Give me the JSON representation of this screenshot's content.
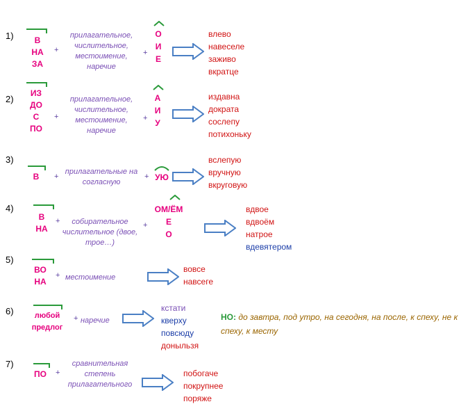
{
  "colors": {
    "prefix": "#e6007e",
    "bracket": "#2a9a3a",
    "pos": "#7a4fb5",
    "arrow": "#4a7fc4",
    "note_head": "#2a9a3a",
    "note": "#9a6500"
  },
  "rules": [
    {
      "num": "1)",
      "prefixes": [
        "В",
        "НА",
        "ЗА"
      ],
      "pos": "прилагательное, числительное, местоимение, наречие",
      "suffixes": [
        "О",
        "И",
        "Е"
      ],
      "examples": [
        {
          "t": "влево",
          "c": "#d11414"
        },
        {
          "t": "навеселе",
          "c": "#d11414"
        },
        {
          "t": "заживо",
          "c": "#d11414"
        },
        {
          "t": "вкратце",
          "c": "#d11414"
        }
      ]
    },
    {
      "num": "2)",
      "prefixes": [
        "ИЗ",
        "ДО",
        "С",
        "ПО"
      ],
      "pos": "прилагательное, числительное, местоимение, наречие",
      "suffixes": [
        "А",
        "И",
        "У"
      ],
      "examples": [
        {
          "t": "издавна",
          "c": "#d11414"
        },
        {
          "t": "дократа",
          "c": "#d11414"
        },
        {
          "t": "сослепу",
          "c": "#d11414"
        },
        {
          "t": "потихоньку",
          "c": "#d11414"
        }
      ]
    },
    {
      "num": "3)",
      "prefixes": [
        "В"
      ],
      "pos": "прилагательные на согласную",
      "suffixes": [
        "УЮ"
      ],
      "examples": [
        {
          "t": "вслепую",
          "c": "#d11414"
        },
        {
          "t": "вручную",
          "c": "#d11414"
        },
        {
          "t": "вкруговую",
          "c": "#d11414"
        }
      ]
    },
    {
      "num": "4)",
      "prefixes": [
        "В",
        "НА"
      ],
      "pos": "собирательное числительное (двое, трое…)",
      "suffixes": [
        "ОМ/ЁМ",
        "Е",
        "О"
      ],
      "examples": [
        {
          "t": "вдвое",
          "c": "#d11414"
        },
        {
          "t": "вдвоём",
          "c": "#d11414"
        },
        {
          "t": "натрое",
          "c": "#d11414"
        },
        {
          "t": "вдевятером",
          "c": "#1c3ea8"
        }
      ]
    },
    {
      "num": "5)",
      "prefixes": [
        "ВО",
        "НА"
      ],
      "pos": "местоимение",
      "suffixes": [],
      "examples": [
        {
          "t": "вовсе",
          "c": "#d11414"
        },
        {
          "t": "навсеге",
          "c": "#d11414"
        }
      ]
    },
    {
      "num": "6)",
      "prefixes": [
        "любой",
        "предлог"
      ],
      "pos": "наречие",
      "suffixes": [],
      "examples": [
        {
          "t": "кстати",
          "c": "#7a4fb5"
        },
        {
          "t": "кверху",
          "c": "#1c3ea8"
        },
        {
          "t": "повсюду",
          "c": "#1c3ea8"
        },
        {
          "t": "доныльзя",
          "c": "#d11414"
        }
      ]
    },
    {
      "num": "7)",
      "prefixes": [
        "ПО"
      ],
      "pos": "сравнительная степень прилагательного",
      "suffixes": [],
      "examples": [
        {
          "t": "побогаче",
          "c": "#d11414"
        },
        {
          "t": "покрупнее",
          "c": "#d11414"
        },
        {
          "t": "поряже",
          "c": "#d11414"
        }
      ]
    }
  ],
  "plus_sign": "+",
  "note": {
    "head": "НО:",
    "text": "до завтра, под утро, на сегодня, на после, к спеху, не к спеху, к месту"
  }
}
